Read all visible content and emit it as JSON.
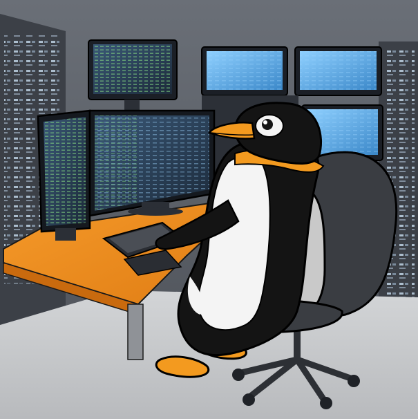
{
  "scene": {
    "subject": "penguin",
    "palette": {
      "wall": "#5b6068",
      "wall_dark": "#3f434a",
      "floor": "#c9cbcd",
      "desk_top": "#f08a1c",
      "desk_edge": "#d26f0f",
      "screen_blue": "#5aa9e6",
      "screen_dark": "#2a3d55",
      "penguin_black": "#141414",
      "penguin_white": "#f4f4f4",
      "beak_orange": "#f39a1f",
      "chair_dark": "#3a3d42",
      "chair_light": "#c9c9c9"
    },
    "objects": [
      {
        "name": "monitor",
        "count": 7
      },
      {
        "name": "keyboard",
        "count": 1
      },
      {
        "name": "desk",
        "count": 1
      },
      {
        "name": "office-chair",
        "count": 1
      },
      {
        "name": "server-rack",
        "count": 2
      }
    ]
  }
}
